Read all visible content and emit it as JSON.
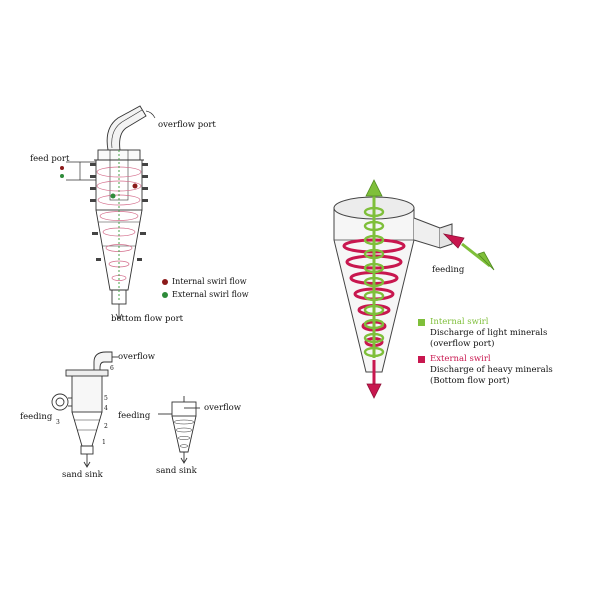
{
  "colors": {
    "internal_green": "#7fbf3a",
    "external_red": "#c8174f",
    "legend_dot_red": "#8b1a1a",
    "legend_dot_green": "#2e8b3a",
    "line": "#333333"
  },
  "diagram_top_left": {
    "overflow_label": "overflow port",
    "feed_label": "feed port",
    "bottom_label": "bottom flow port",
    "legend": {
      "internal": "Internal swirl flow",
      "external": "External swirl flow"
    }
  },
  "diagram_bottom_left_a": {
    "overflow_label": "overflow",
    "feeding_label": "feeding",
    "sink_label": "sand sink",
    "part_numbers": [
      "6",
      "5",
      "4",
      "3",
      "2",
      "1"
    ]
  },
  "diagram_bottom_left_b": {
    "overflow_label": "overflow",
    "feeding_label": "feeding",
    "sink_label": "sand sink"
  },
  "diagram_right": {
    "feeding_label": "feeding",
    "legend": {
      "internal_title": "Internal swirl",
      "internal_line1": "Discharge of light minerals",
      "internal_line2": "(overflow port)",
      "external_title": "External swirl",
      "external_line1": "Discharge of heavy minerals",
      "external_line2": "(Bottom flow port)"
    }
  }
}
